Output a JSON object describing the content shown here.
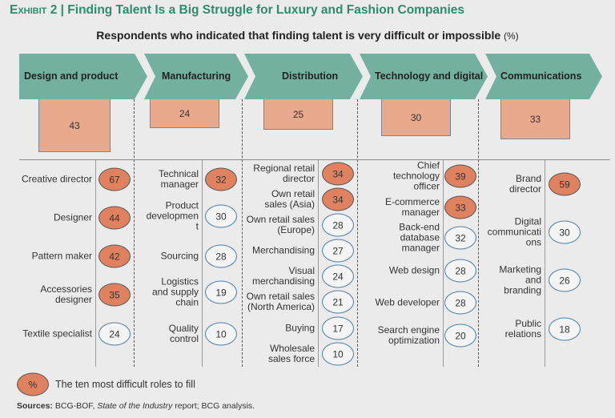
{
  "title": {
    "exhibit": "Exhibit 2",
    "separator": "|",
    "text": "Finding Talent Is a Big Struggle for Luxury and Fashion Companies"
  },
  "subtitle": {
    "text": "Respondents who indicated that finding talent is very difficult or impossible",
    "unit": "(%)"
  },
  "colors": {
    "accent": "#2e8b6e",
    "chevron": "#74b0a0",
    "box": "#e8a98c",
    "hot": "#e0825f",
    "ring": "#4a7ea8"
  },
  "categories": [
    {
      "name": "Design and product",
      "value": "43",
      "roles": [
        {
          "label": "Creative director",
          "value": "67",
          "top10": true
        },
        {
          "label": "Designer",
          "value": "44",
          "top10": true
        },
        {
          "label": "Pattern maker",
          "value": "42",
          "top10": true
        },
        {
          "label": "Accessories designer",
          "value": "35",
          "top10": true
        },
        {
          "label": "Textile specialist",
          "value": "24",
          "top10": false
        }
      ]
    },
    {
      "name": "Manufacturing",
      "value": "24",
      "roles": [
        {
          "label": "Technical manager",
          "value": "32",
          "top10": true
        },
        {
          "label": "Product development",
          "value": "30",
          "top10": false
        },
        {
          "label": "Sourcing",
          "value": "28",
          "top10": false
        },
        {
          "label": "Logistics and supply chain",
          "value": "19",
          "top10": false
        },
        {
          "label": "Quality control",
          "value": "10",
          "top10": false
        }
      ]
    },
    {
      "name": "Distribution",
      "value": "25",
      "roles": [
        {
          "label": "Regional retail director",
          "value": "34",
          "top10": true
        },
        {
          "label": "Own retail sales (Asia)",
          "value": "34",
          "top10": true
        },
        {
          "label": "Own retail sales (Europe)",
          "value": "28",
          "top10": false
        },
        {
          "label": "Merchandising",
          "value": "27",
          "top10": false
        },
        {
          "label": "Visual merchandising",
          "value": "24",
          "top10": false
        },
        {
          "label": "Own retail sales (North America)",
          "value": "21",
          "top10": false
        },
        {
          "label": "Buying",
          "value": "17",
          "top10": false
        },
        {
          "label": "Wholesale sales force",
          "value": "10",
          "top10": false
        }
      ]
    },
    {
      "name": "Technology and digital",
      "value": "30",
      "roles": [
        {
          "label": "Chief technology officer",
          "value": "39",
          "top10": true
        },
        {
          "label": "E-commerce manager",
          "value": "33",
          "top10": true
        },
        {
          "label": "Back-end database manager",
          "value": "32",
          "top10": false
        },
        {
          "label": "Web design",
          "value": "28",
          "top10": false
        },
        {
          "label": "Web developer",
          "value": "28",
          "top10": false
        },
        {
          "label": "Search engine optimization",
          "value": "20",
          "top10": false
        }
      ]
    },
    {
      "name": "Communications",
      "value": "33",
      "roles": [
        {
          "label": "Brand director",
          "value": "59",
          "top10": true
        },
        {
          "label": "Digital communications",
          "value": "30",
          "top10": false
        },
        {
          "label": "Marketing and branding",
          "value": "26",
          "top10": false
        },
        {
          "label": "Public relations",
          "value": "18",
          "top10": false
        }
      ]
    }
  ],
  "legend": {
    "symbol": "%",
    "text": "The ten most difficult roles to fill"
  },
  "source": {
    "prefix": "Sources:",
    "text1": " BCG-BOF, ",
    "italic": "State of the Industry",
    "text2": " report; BCG analysis."
  }
}
